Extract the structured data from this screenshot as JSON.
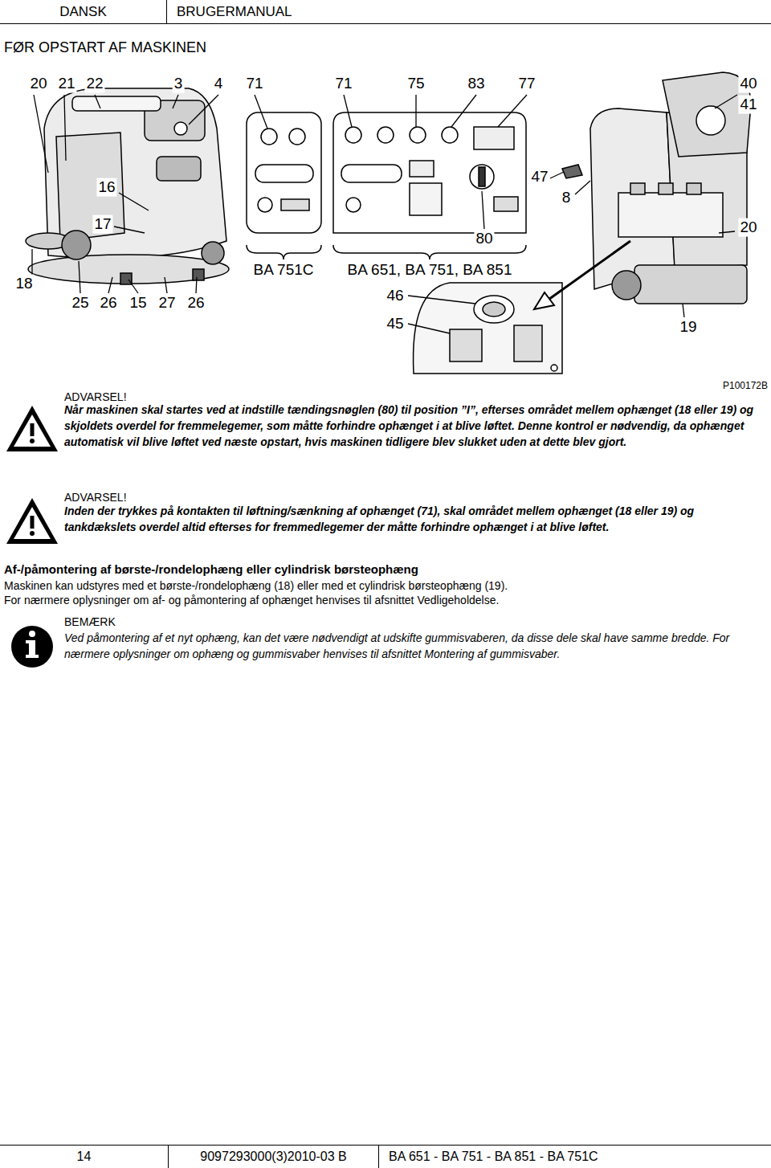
{
  "diagram": {
    "title": "FØR OPSTART AF MASKINEN",
    "nodes": [
      {
        "text": [
          "DANSK"
        ]
      },
      {
        "text": [
          "BRUGERMANUAL"
        ]
      },
      {
        "text": [
          "14"
        ]
      },
      {
        "text": [
          "9097293000(3)2010-03 B"
        ]
      },
      {
        "text": [
          "BA 651 - BA 751 - BA 851 - BA 751C"
        ]
      }
    ],
    "labels": [
      "20",
      "21",
      "22",
      "3",
      "4",
      "71",
      "71",
      "75",
      "83",
      "77",
      "40",
      "41",
      "16",
      "47",
      "8",
      "17",
      "80",
      "20",
      "18",
      "BA 751C",
      "BA 651, BA 751, BA 851",
      "46",
      "25",
      "26",
      "15",
      "27",
      "26",
      "45",
      "19",
      "P100172B",
      "ADVARSEL!",
      "Når maskinen skal startes ved at indstille tændingsnøglen (80) til position ”I”, efterses området mellem ophænget (18 eller 19) og skjoldets overdel for fremmelegemer, som måtte forhindre ophænget i at blive løftet. Denne kontrol er nødvendig, da ophænget automatisk vil blive løftet ved næste opstart, hvis maskinen tidligere blev slukket uden at dette blev gjort.",
      "ADVARSEL!",
      "Inden der trykkes på kontakten til løftning/sænkning af ophænget (71), skal området mellem ophænget (18 eller 19) og tankdækslets overdel altid efterses for fremmedlegemer der måtte forhindre ophænget i at blive løftet.",
      "Af-/påmontering af børste-/rondelophæng eller cylindrisk børsteophæng",
      "Maskinen kan udstyres med et børste-/rondelophæng (18) eller med et cylindrisk børsteophæng (19).",
      "For nærmere oplysninger om af- og påmontering af ophænget henvises til afsnittet Vedligeholdelse.",
      "BEMÆRK",
      "Ved påmontering af et nyt ophæng, kan det være nødvendigt at udskifte gummisvaberen, da disse dele skal have samme bredde. For nærmere oplysninger om ophæng og gummisvaber henvises til afsnittet Montering af gummisvaber."
    ]
  }
}
